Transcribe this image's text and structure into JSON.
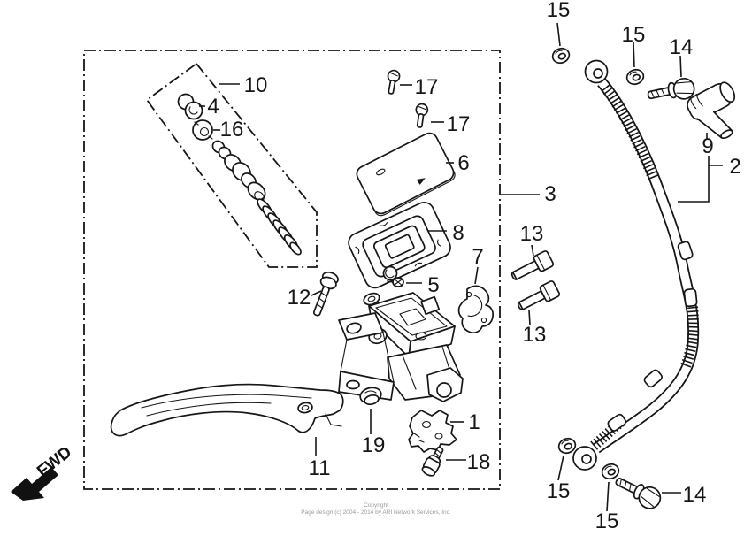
{
  "document": {
    "fwd_label": "FWD",
    "copyright_line1": "Copyright",
    "copyright_line2": "Page design (c) 2004 - 2014 by ARI Network Services, Inc."
  },
  "callouts": {
    "c15_top_left": "15",
    "c15_top_mid": "15",
    "c14_top": "14",
    "c9": "9",
    "c2": "2",
    "c10": "10",
    "c4": "4",
    "c16": "16",
    "c17_upper": "17",
    "c17_lower": "17",
    "c6": "6",
    "c3": "3",
    "c8": "8",
    "c13_upper": "13",
    "c7": "7",
    "c12": "12",
    "c5": "5",
    "c13_lower": "13",
    "c1": "1",
    "c19": "19",
    "c11": "11",
    "c18": "18",
    "c15_bot_left": "15",
    "c15_bot_mid": "15",
    "c14_bot": "14"
  },
  "colors": {
    "ink": "#161616",
    "paper": "#ffffff",
    "copyright_gray": "#9b9b9b"
  }
}
